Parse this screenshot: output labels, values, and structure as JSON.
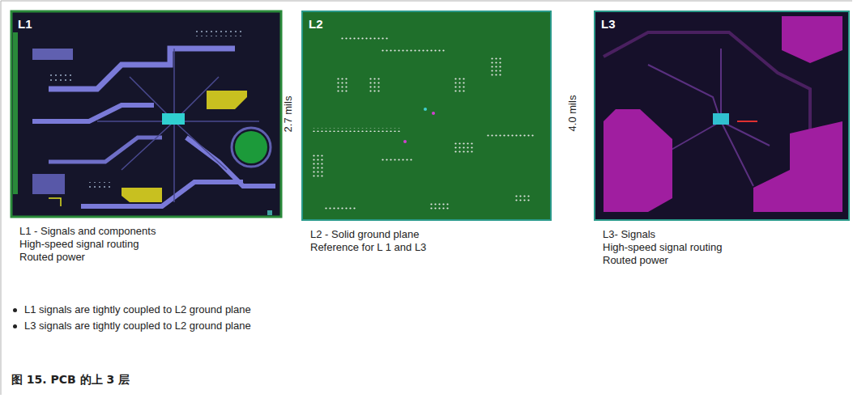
{
  "diagram": {
    "caption": "图 15. PCB 的上 3 层",
    "nodes": [
      {
        "text": [
          "L1",
          "L1 - Signals and components",
          "High-speed signal routing",
          "Routed power"
        ]
      },
      {
        "text": [
          "L2",
          "L2 - Solid ground plane",
          "Reference for L 1 and L3"
        ]
      },
      {
        "text": [
          "L3",
          "L3- Signals",
          "High-speed signal routing",
          "Routed power"
        ]
      }
    ],
    "labels": [
      "2.7 mils",
      "4.0 mils",
      "L1 signals are tightly coupled to L2 ground plane",
      "L3 signals are tightly coupled to L2 ground plane"
    ]
  }
}
